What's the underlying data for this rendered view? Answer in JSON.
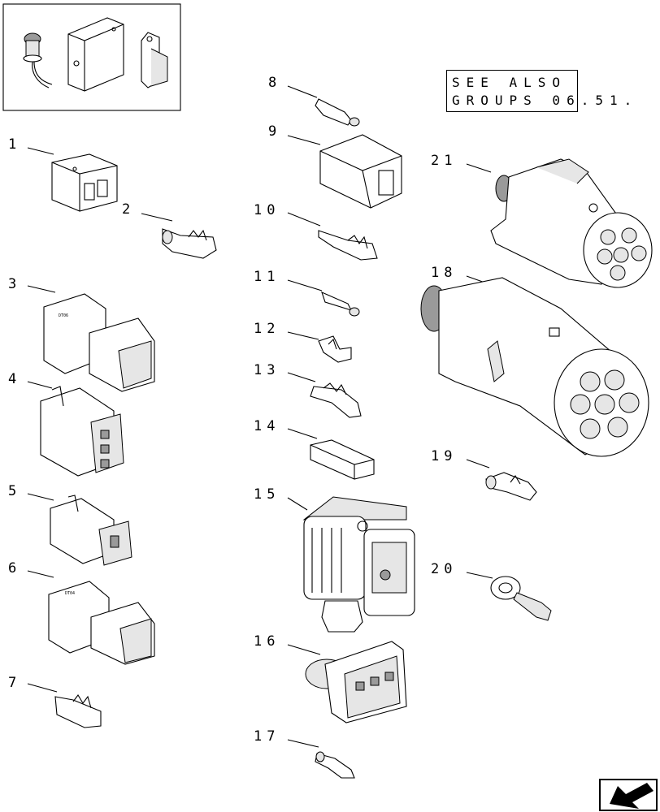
{
  "reference": {
    "line1": "SEE ALSO",
    "line2": "GROUPS 06.51."
  },
  "callouts": {
    "c1": "1",
    "c2": "2",
    "c3": "3",
    "c4": "4",
    "c5": "5",
    "c6": "6",
    "c7": "7",
    "c8": "8",
    "c9": "9",
    "c10": "10",
    "c11": "11",
    "c12": "12",
    "c13": "13",
    "c14": "14",
    "c15": "15",
    "c16": "16",
    "c17": "17",
    "c18": "18",
    "c19": "19",
    "c20": "20",
    "c21": "21"
  },
  "icons": {
    "inset": "sensor-and-connector-inset-icon",
    "nav": "next-page-arrow-icon"
  }
}
